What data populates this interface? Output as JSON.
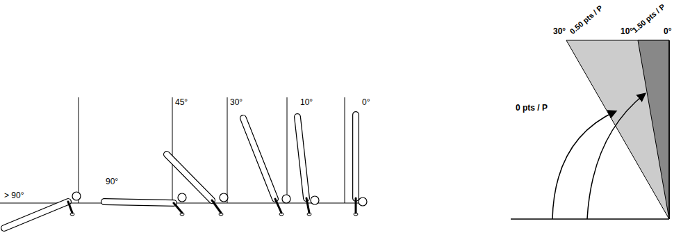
{
  "diagram": {
    "labels": [
      "> 90°",
      "90°",
      "45°",
      "30°",
      "10°",
      "0°",
      "30°",
      "0.50 pts / P",
      "10°",
      "1.50 pts / P",
      "0°",
      "0 pts / P"
    ]
  }
}
